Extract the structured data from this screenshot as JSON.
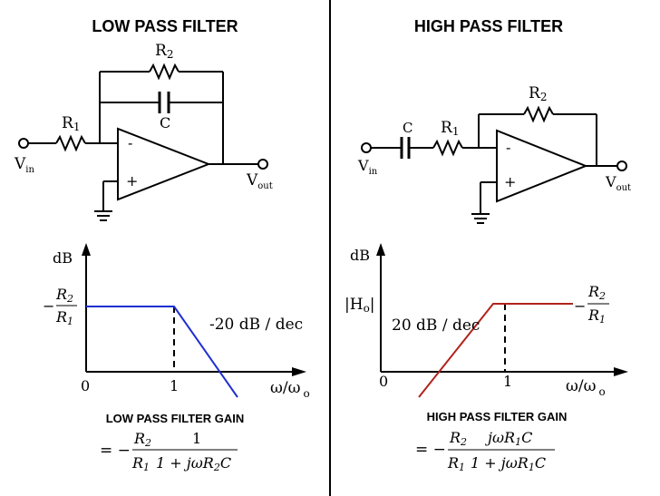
{
  "lowpass": {
    "title": "LOW PASS FILTER",
    "r1": "R",
    "r1_sub": "1",
    "r2": "R",
    "r2_sub": "2",
    "c": "C",
    "vin": "V",
    "vin_sub": "in",
    "vout": "V",
    "vout_sub": "out",
    "minus": "-",
    "plus": "+",
    "graph": {
      "ylabel": "dB",
      "gain_num": "R",
      "gain_num_sub": "2",
      "gain_den": "R",
      "gain_den_sub": "1",
      "gain_sign": "−",
      "slope_label": "-20 dB / dec",
      "x0": "0",
      "x1": "1",
      "xlabel": "ω/ω",
      "xlabel_sub": "o"
    },
    "gain_title": "LOW PASS FILTER GAIN",
    "formula": {
      "prefix": "= −",
      "num1": "R",
      "num1_sub": "2",
      "den1": "R",
      "den1_sub": "1",
      "num2": "1",
      "den2": "1 + jωR",
      "den2_sub": "2",
      "den2_tail": "C"
    }
  },
  "highpass": {
    "title": "HIGH PASS FILTER",
    "r1": "R",
    "r1_sub": "1",
    "r2": "R",
    "r2_sub": "2",
    "c": "C",
    "vin": "V",
    "vin_sub": "in",
    "vout": "V",
    "vout_sub": "out",
    "minus": "-",
    "plus": "+",
    "graph": {
      "ylabel": "dB",
      "hlabel": "|H",
      "hlabel_sub": "o",
      "hlabel_tail": "|",
      "gain_num": "R",
      "gain_num_sub": "2",
      "gain_den": "R",
      "gain_den_sub": "1",
      "gain_sign": "−",
      "slope_label": "20 dB / dec",
      "x0": "0",
      "x1": "1",
      "xlabel": "ω/ω",
      "xlabel_sub": "o"
    },
    "gain_title": "HIGH PASS FILTER GAIN",
    "formula": {
      "prefix": "= −",
      "num1": "R",
      "num1_sub": "2",
      "den1": "R",
      "den1_sub": "1",
      "num2": "jωR",
      "num2_sub": "1",
      "num2_tail": "C",
      "den2": "1 + jωR",
      "den2_sub": "1",
      "den2_tail": "C"
    }
  },
  "colors": {
    "lowpass_curve": "#1f2fd0",
    "highpass_curve": "#b0241c",
    "divider": "#000000"
  }
}
